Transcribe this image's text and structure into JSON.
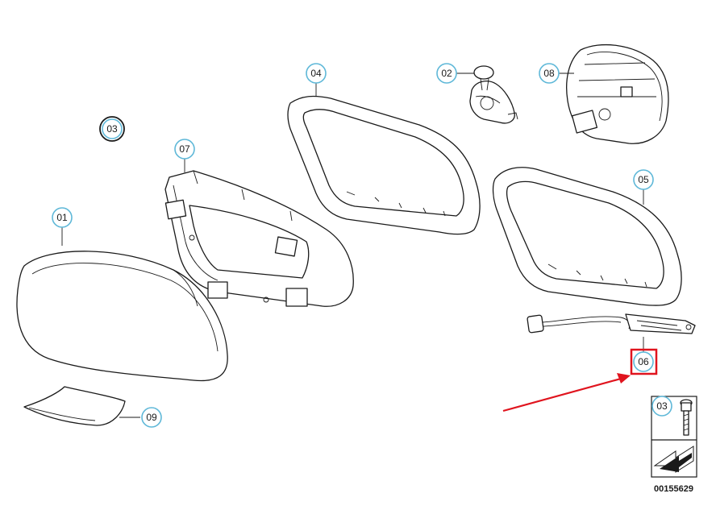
{
  "callouts": {
    "c01": "01",
    "c02": "02",
    "c03": "03",
    "c04": "04",
    "c05": "05",
    "c06": "06",
    "c07": "07",
    "c08": "08",
    "c09": "09",
    "c03_inset": "03"
  },
  "document_number": "00155629",
  "colors": {
    "callout_ring": "#5fb8d8",
    "highlight": "#e0141e",
    "arrow": "#e0141e",
    "line": "#1a1a1a"
  }
}
